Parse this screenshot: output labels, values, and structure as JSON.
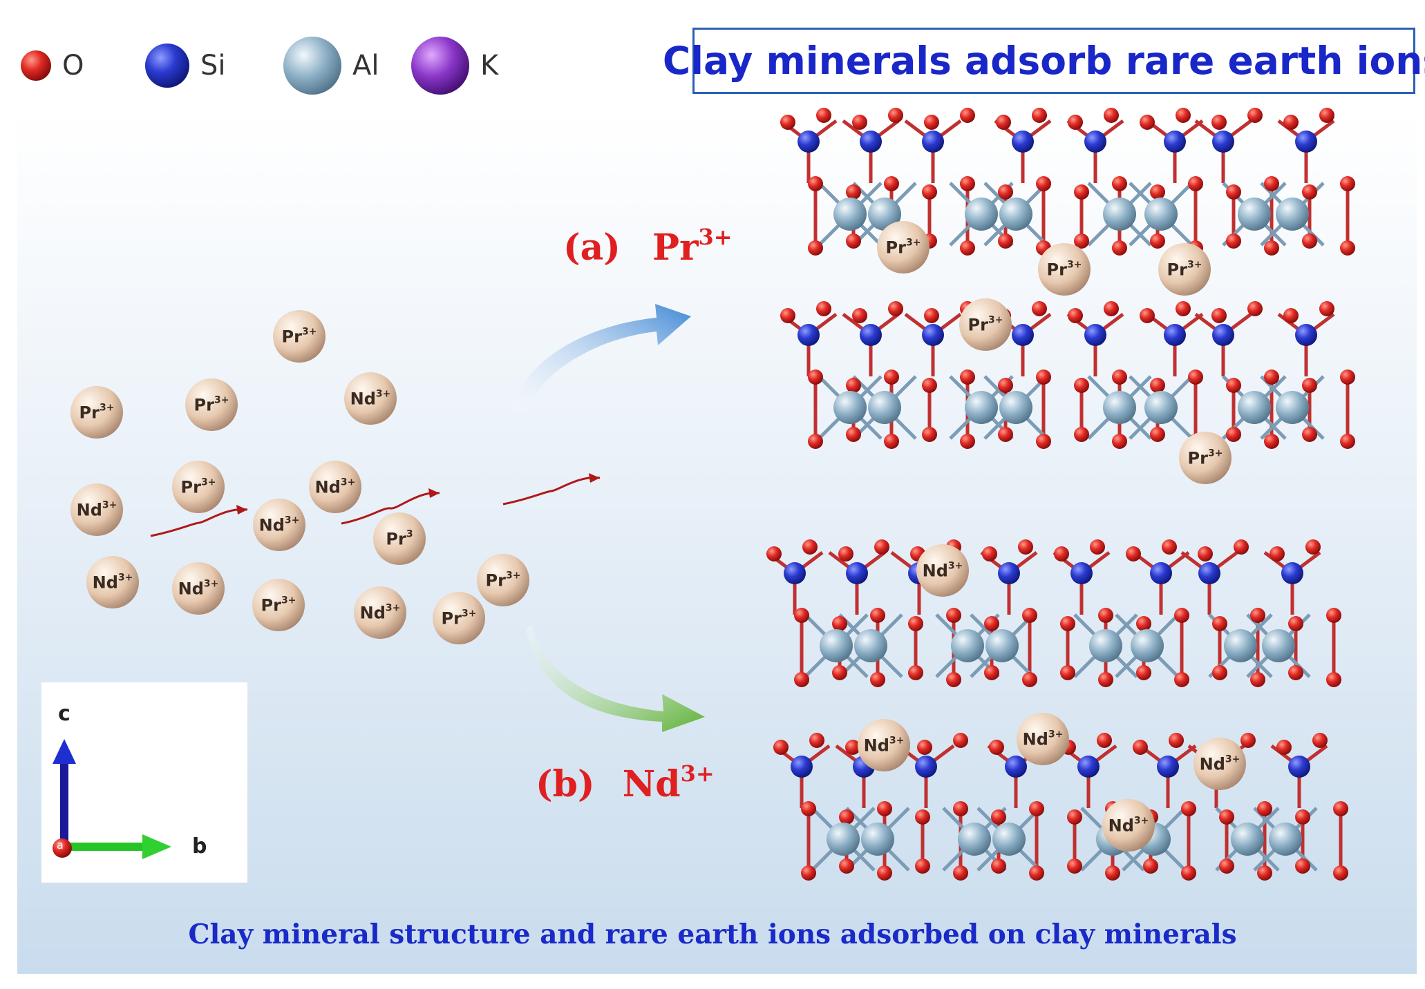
{
  "legend": [
    {
      "symbol": "O",
      "color": "#d42020",
      "size": "small"
    },
    {
      "symbol": "Si",
      "color": "#2436c4",
      "size": "medium"
    },
    {
      "symbol": "Al",
      "color": "#8fb0c4",
      "size": "large"
    },
    {
      "symbol": "K",
      "color": "#8a36c8",
      "size": "large"
    }
  ],
  "title": "Clay minerals adsorb rare earth ions",
  "panel_a": {
    "letter": "(a)",
    "ion": "Pr",
    "charge": "3+"
  },
  "panel_b": {
    "letter": "(b)",
    "ion": "Nd",
    "charge": "3+"
  },
  "caption": "Clay mineral structure and rare earth ions adsorbed on clay minerals",
  "axes": {
    "vertical": "c",
    "horizontal": "b",
    "origin": "a"
  },
  "free_ions": [
    {
      "label": "Pr3+",
      "id": 1
    },
    {
      "label": "Pr3+",
      "id": 2
    },
    {
      "label": "Pr3+",
      "id": 3
    },
    {
      "label": "Nd3+",
      "id": 4
    },
    {
      "label": "Nd3+",
      "id": 5
    },
    {
      "label": "Pr3+",
      "id": 6
    },
    {
      "label": "Nd3+",
      "id": 7
    },
    {
      "label": "Nd3+",
      "id": 8
    },
    {
      "label": "Pr3",
      "id": 9
    },
    {
      "label": "Nd3+",
      "id": 10
    },
    {
      "label": "Nd3+",
      "id": 11
    },
    {
      "label": "Pr3+",
      "id": 12
    },
    {
      "label": "Nd3+",
      "id": 13
    },
    {
      "label": "Pr3+",
      "id": 14
    },
    {
      "label": "Pr3+",
      "id": 15
    }
  ],
  "adsorbed_pr": [
    "Pr3+",
    "Pr3+",
    "Pr3+",
    "Pr3+",
    "Pr3+"
  ],
  "adsorbed_nd": [
    "Nd3+",
    "Nd3+",
    "Nd3+",
    "Nd3+",
    "Nd3+"
  ],
  "colors": {
    "oxygen": "#d42020",
    "silicon": "#2436c4",
    "aluminum": "#8fb0c4",
    "potassium": "#8a36c8",
    "ion": "#e9cdb6",
    "title_text": "#1a27c8",
    "label_red": "#e02020",
    "arrow_blue": "#4d8fd6",
    "arrow_green": "#6ab840"
  }
}
